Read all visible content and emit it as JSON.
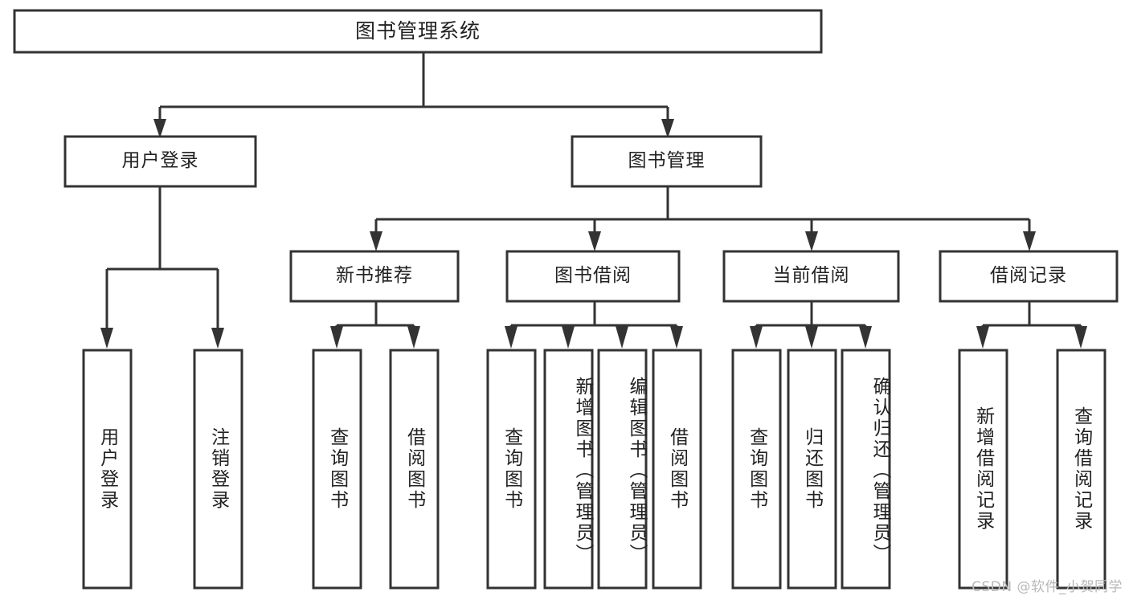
{
  "diagram": {
    "type": "hierarchy-tree",
    "title_node": {
      "label": "图书管理系统"
    },
    "level2": [
      {
        "label": "用户登录"
      },
      {
        "label": "图书管理"
      }
    ],
    "level3": [
      {
        "label": "新书推荐"
      },
      {
        "label": "图书借阅"
      },
      {
        "label": "当前借阅"
      },
      {
        "label": "借阅记录"
      }
    ],
    "leaves": {
      "user_login": [
        {
          "label": "用户登录"
        },
        {
          "label": "注销登录"
        }
      ],
      "new_book_recommend": [
        {
          "label": "查询图书"
        },
        {
          "label": "借阅图书"
        }
      ],
      "book_borrow": [
        {
          "label": "查询图书"
        },
        {
          "label": "新增图书（管理员）"
        },
        {
          "label": "编辑图书（管理员）"
        },
        {
          "label": "借阅图书"
        }
      ],
      "current_borrow": [
        {
          "label": "查询图书"
        },
        {
          "label": "归还图书"
        },
        {
          "label": "确认归还（管理员）"
        }
      ],
      "borrow_record": [
        {
          "label": "新增借阅记录"
        },
        {
          "label": "查询借阅记录"
        }
      ]
    }
  },
  "watermark": {
    "text": "CSDN @软件_小贺同学"
  },
  "colors": {
    "stroke": "#333333",
    "box_fill": "#ffffff",
    "text": "#222222",
    "watermark": "#b8b8b8",
    "background": "#ffffff"
  }
}
